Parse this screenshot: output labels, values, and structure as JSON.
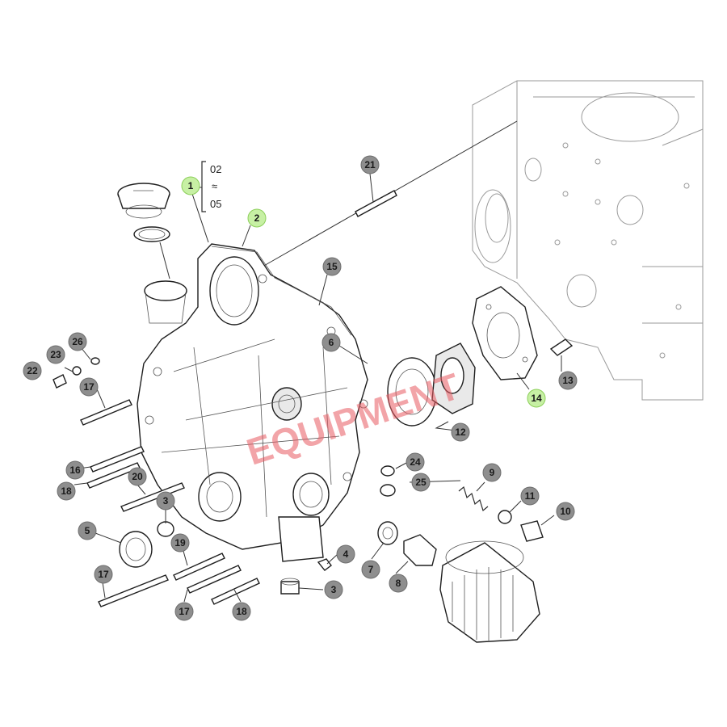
{
  "diagram": {
    "callouts": [
      {
        "label": "1",
        "highlight": true
      },
      {
        "label": "2",
        "highlight": true
      },
      {
        "label": "3",
        "highlight": false
      },
      {
        "label": "3",
        "highlight": false
      },
      {
        "label": "4",
        "highlight": false
      },
      {
        "label": "5",
        "highlight": false
      },
      {
        "label": "6",
        "highlight": false
      },
      {
        "label": "7",
        "highlight": false
      },
      {
        "label": "8",
        "highlight": false
      },
      {
        "label": "9",
        "highlight": false
      },
      {
        "label": "10",
        "highlight": false
      },
      {
        "label": "11",
        "highlight": false
      },
      {
        "label": "12",
        "highlight": false
      },
      {
        "label": "13",
        "highlight": false
      },
      {
        "label": "14",
        "highlight": true
      },
      {
        "label": "15",
        "highlight": false
      },
      {
        "label": "16",
        "highlight": false
      },
      {
        "label": "17",
        "highlight": false
      },
      {
        "label": "17",
        "highlight": false
      },
      {
        "label": "17",
        "highlight": false
      },
      {
        "label": "18",
        "highlight": false
      },
      {
        "label": "18",
        "highlight": false
      },
      {
        "label": "19",
        "highlight": false
      },
      {
        "label": "20",
        "highlight": false
      },
      {
        "label": "21",
        "highlight": false
      },
      {
        "label": "22",
        "highlight": false
      },
      {
        "label": "23",
        "highlight": false
      },
      {
        "label": "24",
        "highlight": false
      },
      {
        "label": "25",
        "highlight": false
      },
      {
        "label": "26",
        "highlight": false
      }
    ],
    "variants": [
      "02",
      "≈",
      "05"
    ],
    "watermark": "EQUIPMENT",
    "colors": {
      "callout_fill": "#8e8e8e",
      "callout_highlight": "#c7f0a4",
      "line": "#1f1f1f",
      "watermark": "#e85a62"
    }
  }
}
